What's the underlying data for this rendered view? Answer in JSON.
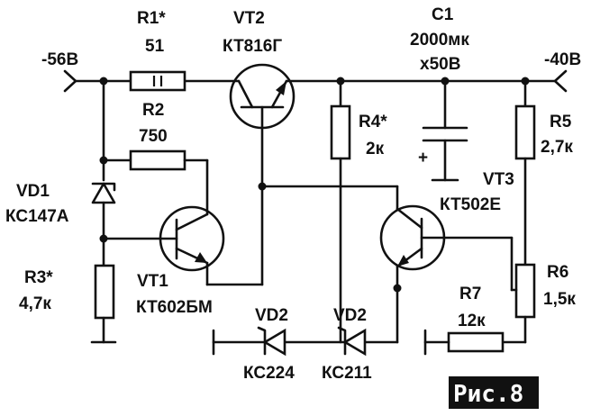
{
  "labels": {
    "in_voltage": "-56В",
    "out_voltage": "-40В",
    "r1_name": "R1*",
    "r1_value": "51",
    "r2_name": "R2",
    "r2_value": "750",
    "vd1_name": "VD1",
    "vd1_value": "КС147А",
    "r3_name": "R3*",
    "r3_value": "4,7к",
    "vt1_name": "VT1",
    "vt1_value": "КТ602БМ",
    "vt2_name": "VT2",
    "vt2_value": "КТ816Г",
    "r4_name": "R4*",
    "r4_value": "2к",
    "c1_name": "C1",
    "c1_value1": "2000мк",
    "c1_value2": "х50В",
    "cap_plus": "+",
    "r5_name": "R5",
    "r5_value": "2,7к",
    "vt3_name": "VT3",
    "vt3_value": "КТ502Е",
    "r6_name": "R6",
    "r6_value": "1,5к",
    "r7_name": "R7",
    "r7_value": "12к",
    "vd2a_name": "VD2",
    "vd2a_value": "КС224",
    "vd2b_name": "VD2",
    "vd2b_value": "КС211",
    "figure_badge": "Рис.8"
  }
}
